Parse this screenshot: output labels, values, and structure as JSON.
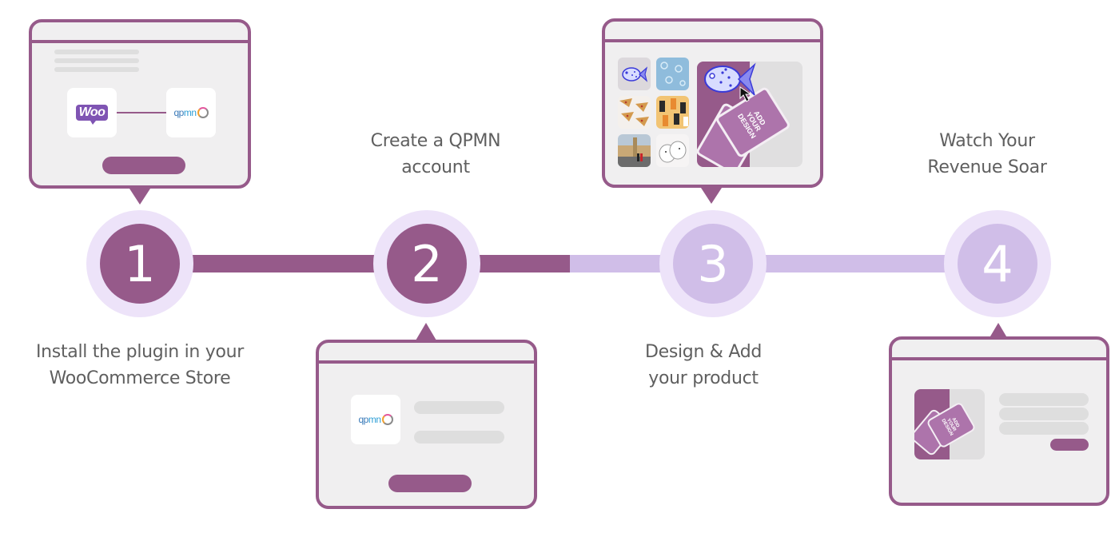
{
  "title": "QPMN WooCommerce integration steps",
  "colors": {
    "primary": "#965a8a",
    "light": "#d0bee8",
    "halo": "#ede3f9",
    "text": "#5f5f5f",
    "window_bg": "#f0eff0"
  },
  "progress": {
    "completed_steps": 2,
    "total_steps": 4
  },
  "steps": [
    {
      "number": "1",
      "label_line1": "Install the plugin in your",
      "label_line2": "WooCommerce Store",
      "status": "done",
      "illustration": {
        "logos": [
          "woo-logo",
          "qpmn-logo"
        ],
        "woo_text": "Woo",
        "qpmn_text_a": "qp",
        "qpmn_text_b": "mn"
      }
    },
    {
      "number": "2",
      "label_line1": "Create a QPMN",
      "label_line2": "account",
      "status": "done",
      "illustration": {
        "logos": [
          "qpmn-logo"
        ],
        "qpmn_text_a": "qp",
        "qpmn_text_b": "mn"
      }
    },
    {
      "number": "3",
      "label_line1": "Design & Add",
      "label_line2": "your product",
      "status": "todo",
      "illustration": {
        "thumbnails": [
          "fish",
          "blue-pattern",
          "pizza-pattern",
          "cats-pattern",
          "london-photo",
          "puppies"
        ],
        "card_text": "ADD YOUR DESIGN"
      }
    },
    {
      "number": "4",
      "label_line1": "Watch Your",
      "label_line2": "Revenue Soar",
      "status": "todo",
      "illustration": {
        "card_text": "ADD YOUR DESIGN"
      }
    }
  ]
}
